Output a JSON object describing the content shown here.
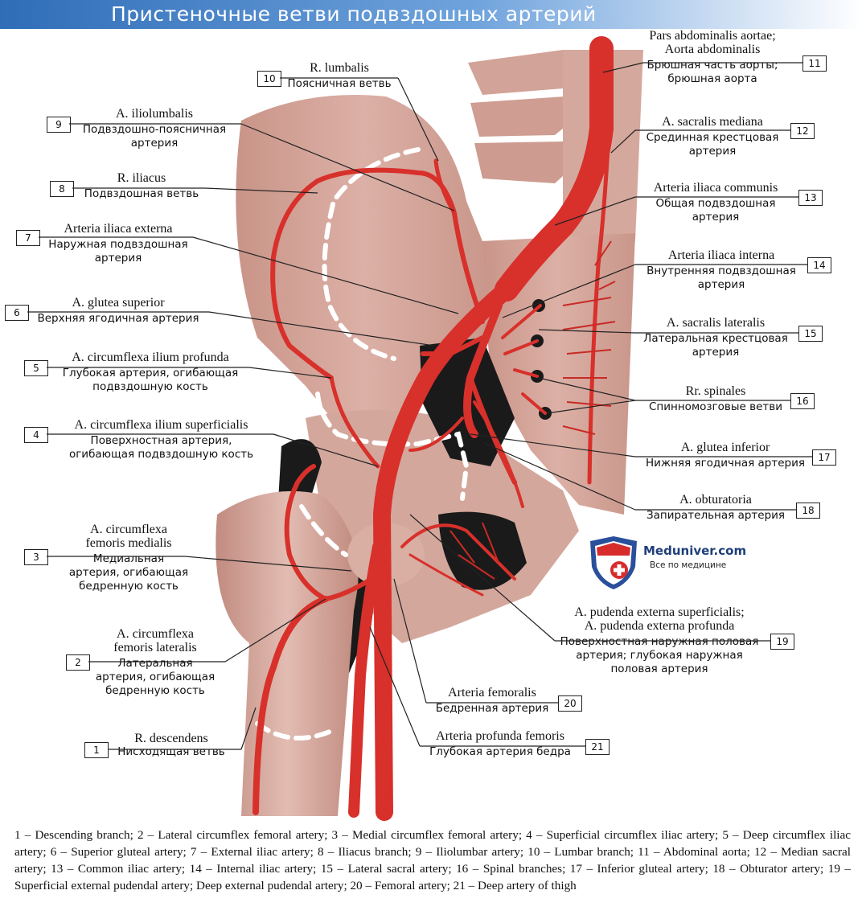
{
  "title": "Пристеночные ветви подвздошных артерий",
  "watermark": {
    "name": "Meduniver.com",
    "subtitle": "Все по медицине"
  },
  "labels": [
    {
      "num": "1",
      "latin": "R. descendens",
      "russian": [
        "Нисходящая ветвь"
      ]
    },
    {
      "num": "2",
      "latin": [
        "A. circumflexa",
        "femoris lateralis"
      ],
      "russian": [
        "Латеральная",
        "артерия, огибающая",
        "бедренную кость"
      ]
    },
    {
      "num": "3",
      "latin": [
        "A. circumflexa",
        "femoris medialis"
      ],
      "russian": [
        "Медиальная",
        "артерия, огибающая",
        "бедренную кость"
      ]
    },
    {
      "num": "4",
      "latin": "A. circumflexa ilium superficialis",
      "russian": [
        "Поверхностная артерия,",
        "огибающая подвздошную кость"
      ]
    },
    {
      "num": "5",
      "latin": "A. circumflexa ilium profunda",
      "russian": [
        "Глубокая артерия, огибающая",
        "подвздошную кость"
      ]
    },
    {
      "num": "6",
      "latin": "A. glutea superior",
      "russian": [
        "Верхняя ягодичная артерия"
      ]
    },
    {
      "num": "7",
      "latin": "Arteria iliaca externa",
      "russian": [
        "Наружная подвздошная",
        "артерия"
      ]
    },
    {
      "num": "8",
      "latin": "R. iliacus",
      "russian": [
        "Подвздошная ветвь"
      ]
    },
    {
      "num": "9",
      "latin": "A. iliolumbalis",
      "russian": [
        "Подвздошно-поясничная",
        "артерия"
      ]
    },
    {
      "num": "10",
      "latin": "R. lumbalis",
      "russian": [
        "Поясничная ветвь"
      ]
    },
    {
      "num": "11",
      "latin": [
        "Pars abdominalis aortae;",
        "Aorta abdominalis"
      ],
      "russian": [
        "Брюшная часть аорты;",
        "брюшная аорта"
      ]
    },
    {
      "num": "12",
      "latin": "A. sacralis mediana",
      "russian": [
        "Срединная крестцовая",
        "артерия"
      ]
    },
    {
      "num": "13",
      "latin": "Arteria iliaca communis",
      "russian": [
        "Общая подвздошная",
        "артерия"
      ]
    },
    {
      "num": "14",
      "latin": "Arteria iliaca interna",
      "russian": [
        "Внутренняя подвздошная",
        "артерия"
      ]
    },
    {
      "num": "15",
      "latin": "A. sacralis lateralis",
      "russian": [
        "Латеральная крестцовая",
        "артерия"
      ]
    },
    {
      "num": "16",
      "latin": "Rr. spinales",
      "russian": [
        "Спинномозговые ветви"
      ]
    },
    {
      "num": "17",
      "latin": "A. glutea inferior",
      "russian": [
        "Нижняя ягодичная артерия"
      ]
    },
    {
      "num": "18",
      "latin": "A. obturatoria",
      "russian": [
        "Запирательная артерия"
      ]
    },
    {
      "num": "19",
      "latin": [
        "A. pudenda externa superficialis;",
        "A. pudenda externa profunda"
      ],
      "russian": [
        "Поверхностная наружная половая",
        "артерия; глубокая наружная",
        "половая артерия"
      ]
    },
    {
      "num": "20",
      "latin": "Arteria femoralis",
      "russian": [
        "Бедренная артерия"
      ]
    },
    {
      "num": "21",
      "latin": "Arteria profunda femoris",
      "russian": [
        "Глубокая артерия бедра"
      ]
    }
  ],
  "caption": "1 – Descending branch; 2 – Lateral circumflex femoral artery; 3 – Medial circumflex femoral artery; 4 – Superficial circumflex iliac artery; 5 – Deep circumflex iliac artery; 6 – Superior gluteal artery; 7 – External iliac artery; 8 – Iliacus branch; 9 – Iliolumbar artery; 10 – Lumbar branch; 11 – Abdominal aorta; 12 – Median sacral artery; 13 – Common iliac artery; 14 – Internal iliac artery; 15 – Lateral sacral artery; 16 – Spinal branches; 17 – Inferior gluteal artery; 18 – Obturator artery; 19 – Superficial external pudendal artery; Deep external pudendal artery; 20 – Femoral artery; 21 – Deep artery of thigh",
  "colors": {
    "artery": "#d8302b",
    "artery_dark": "#a51c1c",
    "bone": "#d7a79c",
    "bone_shadow": "#b98377",
    "cavity": "#1a1a1a",
    "title_bar": "#2f6db8"
  }
}
